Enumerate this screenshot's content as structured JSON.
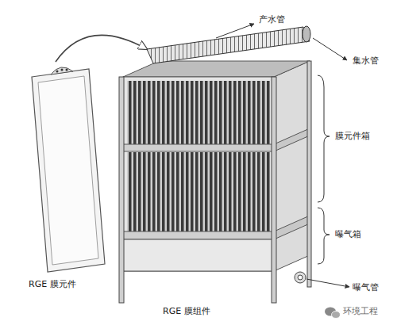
{
  "diagram": {
    "labels": [
      "产水管",
      "集水管",
      "膜元件箱",
      "曝气箱",
      "曝气管",
      "RGE 膜元件",
      "RGE 膜组件",
      "环境工程"
    ]
  }
}
